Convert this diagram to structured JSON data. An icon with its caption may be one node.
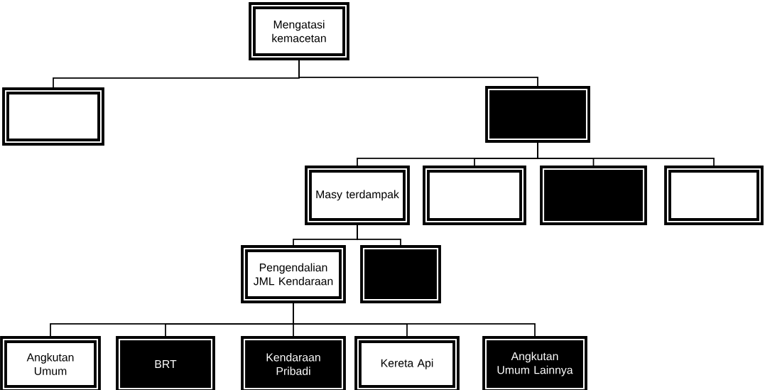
{
  "diagram": {
    "nodes": [
      {
        "text": [
          "Mengatasi kemacetan"
        ]
      },
      {
        "text": [],
        "shape": "box"
      },
      {
        "text": [],
        "shape": "box"
      },
      {
        "text": [
          "Masy terdampak"
        ]
      },
      {
        "text": [],
        "shape": "box"
      },
      {
        "text": [],
        "shape": "box"
      },
      {
        "text": [],
        "shape": "box"
      },
      {
        "text": [
          "Pengendalian JML Kendaraan"
        ]
      },
      {
        "text": [],
        "shape": "box"
      },
      {
        "text": [
          "Angkutan Umum"
        ]
      },
      {
        "text": [
          "BRT"
        ]
      },
      {
        "text": [
          "Kendaraan Pribadi"
        ]
      },
      {
        "text": [
          "Kereta Api"
        ]
      },
      {
        "text": [
          "Angkutan Umum Lainnya"
        ]
      }
    ],
    "edges": [
      {
        "from": 0,
        "to": 1,
        "arrow": "none"
      },
      {
        "from": 0,
        "to": 2,
        "arrow": "none"
      },
      {
        "from": 2,
        "to": 3,
        "arrow": "none"
      },
      {
        "from": 2,
        "to": 4,
        "arrow": "none"
      },
      {
        "from": 2,
        "to": 5,
        "arrow": "none"
      },
      {
        "from": 2,
        "to": 6,
        "arrow": "none"
      },
      {
        "from": 3,
        "to": 7,
        "arrow": "none"
      },
      {
        "from": 3,
        "to": 8,
        "arrow": "none"
      },
      {
        "from": 7,
        "to": 9,
        "arrow": "none"
      },
      {
        "from": 7,
        "to": 10,
        "arrow": "none"
      },
      {
        "from": 7,
        "to": 11,
        "arrow": "none"
      },
      {
        "from": 7,
        "to": 12,
        "arrow": "none"
      },
      {
        "from": 7,
        "to": 13,
        "arrow": "none"
      }
    ]
  }
}
